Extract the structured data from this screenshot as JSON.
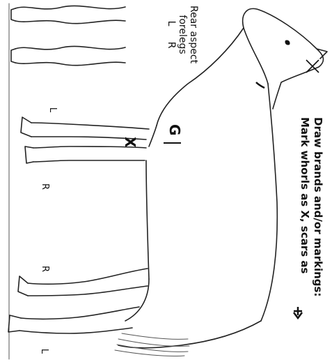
{
  "instructions": {
    "line1": "Draw brands and/or markings:",
    "line2": "Mark whorls as X, scars as"
  },
  "forelegs_label": {
    "line1": "Rear aspect",
    "line2": "forelegs",
    "line3": "L     R"
  },
  "leg_labels": {
    "front_left": "L",
    "front_right": "R",
    "hind_right": "R",
    "hind_left": "L"
  },
  "markings": {
    "brand": "G",
    "whorl": "X"
  }
}
